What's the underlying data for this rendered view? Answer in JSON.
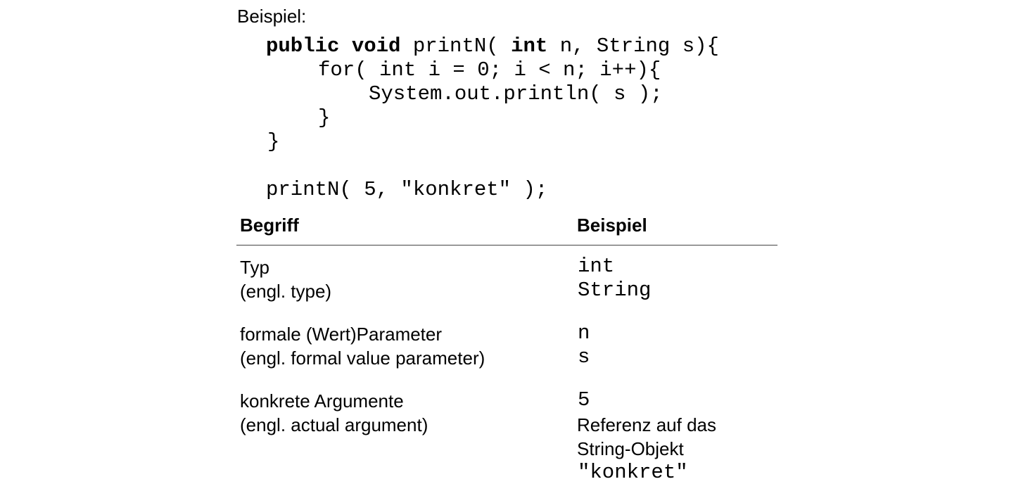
{
  "heading": "Beispiel:",
  "code": {
    "l1_kw1": "public void",
    "l1_a": " printN( ",
    "l1_kw2": "int",
    "l1_b": " n, String s){",
    "l2": "for( int i = 0; i < n; i++){",
    "l3": "System.out.println( s );",
    "l4": "}",
    "l5": "}",
    "call": "printN( 5, \"konkret\" );"
  },
  "table": {
    "headers": [
      "Begriff",
      "Beispiel"
    ],
    "rows": [
      {
        "term": [
          "Typ",
          "(engl. type)"
        ],
        "example": [
          "int",
          "String"
        ]
      },
      {
        "term": [
          "formale (Wert)Parameter",
          "(engl. formal value parameter)"
        ],
        "example": [
          "n",
          "s"
        ]
      },
      {
        "term": [
          "konkrete Argumente",
          "(engl. actual argument)"
        ],
        "example_mono1": "5",
        "example_text": [
          "Referenz auf das",
          "String-Objekt"
        ],
        "example_mono2": "\"konkret\""
      }
    ]
  }
}
